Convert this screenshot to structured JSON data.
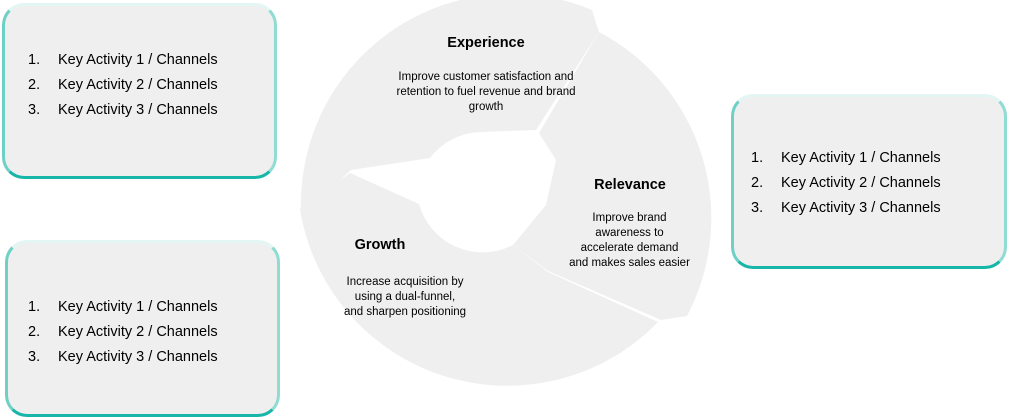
{
  "panels": {
    "top_left": {
      "items": [
        {
          "num": "1.",
          "label": "Key Activity 1 / Channels"
        },
        {
          "num": "2.",
          "label": "Key Activity 2 / Channels"
        },
        {
          "num": "3.",
          "label": "Key Activity 3 / Channels"
        }
      ]
    },
    "bottom_left": {
      "items": [
        {
          "num": "1.",
          "label": "Key Activity 1 / Channels"
        },
        {
          "num": "2.",
          "label": "Key Activity 2 / Channels"
        },
        {
          "num": "3.",
          "label": "Key Activity 3 / Channels"
        }
      ]
    },
    "right": {
      "items": [
        {
          "num": "1.",
          "label": "Key Activity 1 / Channels"
        },
        {
          "num": "2.",
          "label": "Key Activity 2 / Channels"
        },
        {
          "num": "3.",
          "label": "Key Activity 3 / Channels"
        }
      ]
    }
  },
  "cycle": {
    "colors": {
      "segment": "#efefef",
      "box_border": "#18b6a8"
    },
    "stages": {
      "experience": {
        "title": "Experience",
        "description_lines": [
          "Improve customer satisfaction and",
          "retention to fuel revenue and brand",
          "growth"
        ]
      },
      "relevance": {
        "title": "Relevance",
        "description_lines": [
          "Improve brand",
          "awareness to",
          "accelerate demand",
          "and makes sales easier"
        ]
      },
      "growth": {
        "title": "Growth",
        "description_lines": [
          "Increase acquisition by",
          "using a dual-funnel,",
          "and sharpen positioning"
        ]
      }
    }
  }
}
